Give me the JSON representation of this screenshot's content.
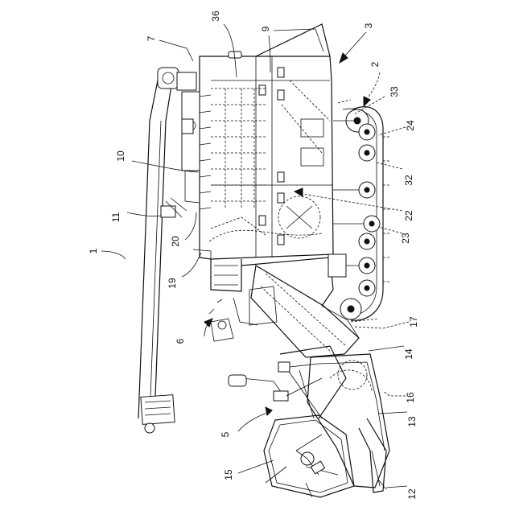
{
  "figure_number": "1",
  "reference_numerals": {
    "r36": "36",
    "r9": "9",
    "r7": "7",
    "r3": "3",
    "r2": "2",
    "r33": "33",
    "r24": "24",
    "r32": "32",
    "r22": "22",
    "r23": "23",
    "r17": "17",
    "r14": "14",
    "r16": "16",
    "r13": "13",
    "r12": "12",
    "r15": "15",
    "r5": "5",
    "r6": "6",
    "r19": "19",
    "r20": "20",
    "r10": "10",
    "r11": "11"
  }
}
